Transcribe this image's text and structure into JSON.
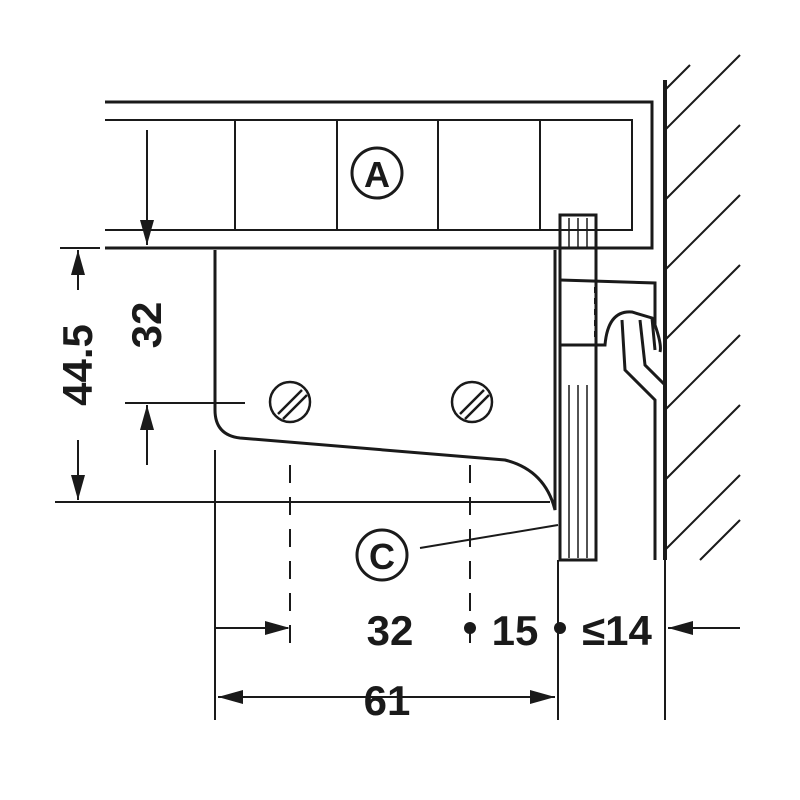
{
  "labels": {
    "part_a": "A",
    "part_c": "C"
  },
  "dimensions": {
    "height_total": "44.5",
    "height_inner": "32",
    "width_32": "32",
    "width_15": "15",
    "width_14": "≤14",
    "width_61": "61"
  },
  "colors": {
    "line": "#1a1a1a",
    "background": "#ffffff"
  }
}
